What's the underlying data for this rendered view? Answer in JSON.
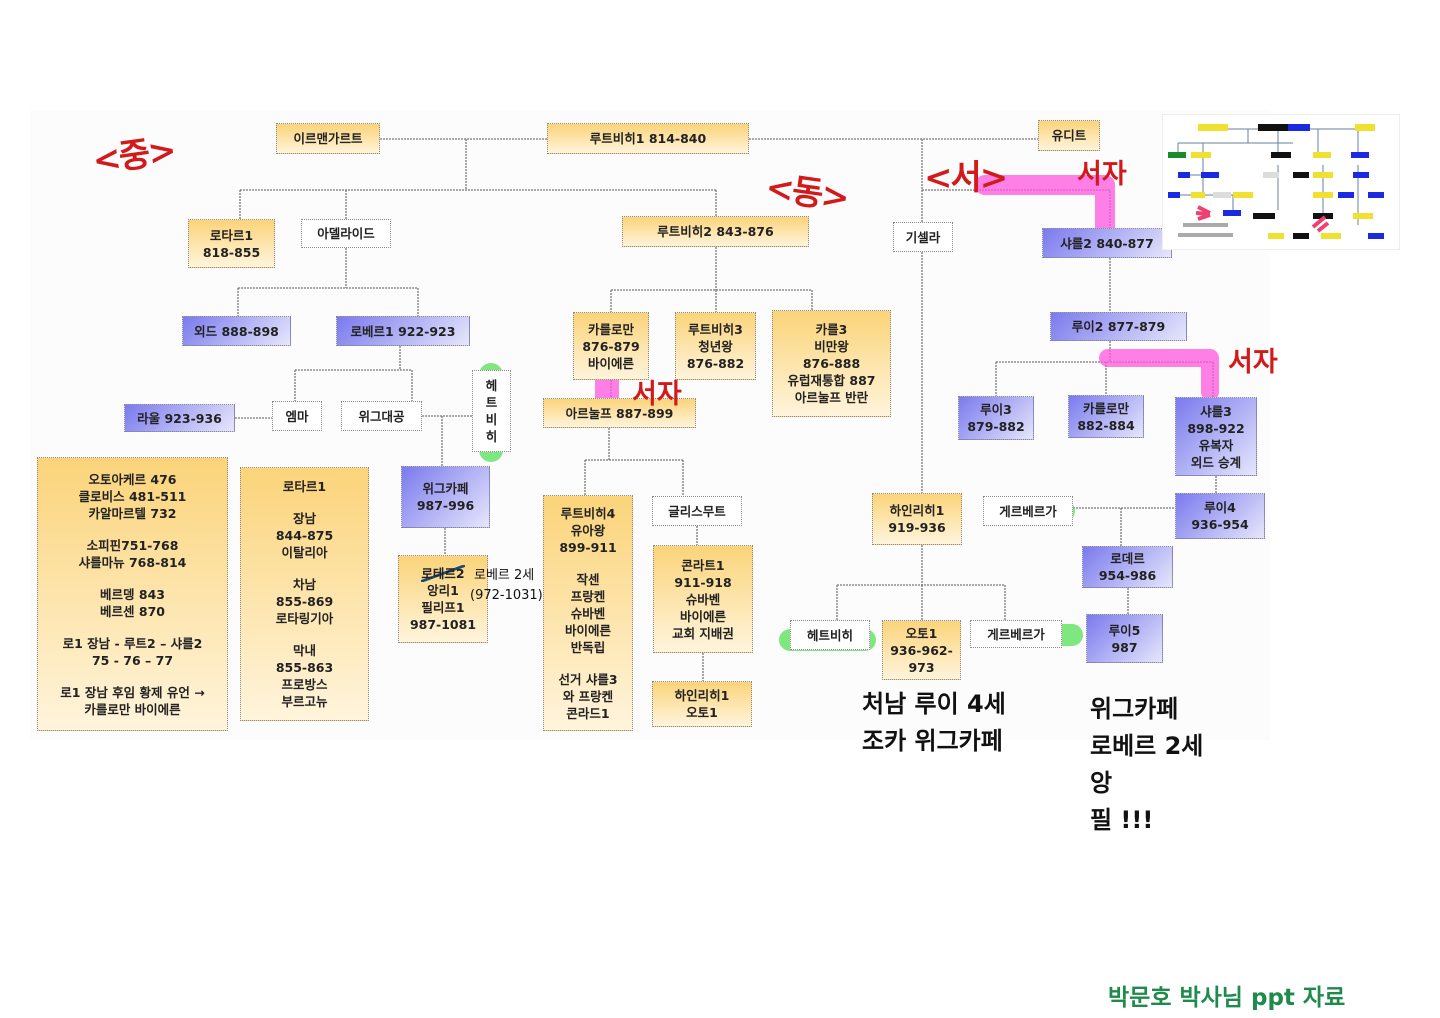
{
  "annotations": {
    "middle_label": "<중>",
    "east_label": "<동>",
    "west_label": "<서>",
    "seoja": [
      "서자",
      "서자",
      "서자"
    ],
    "robert_note": [
      "로베르 2세",
      "(972-1031)"
    ],
    "note_left": [
      "처남 루이 4세",
      "조카 위그카페"
    ],
    "note_right": [
      "위그카페",
      "로베르 2세",
      "앙",
      "필 !!!"
    ],
    "credit": "박문호 박사님 ppt 자료"
  },
  "colors": {
    "yellow": "#fbd47a",
    "blue": "#7a7aee",
    "highlight_pink": "#ff66dd",
    "highlight_green": "#5de05d",
    "handwriting_red": "#d21a1a",
    "credit_green": "#1f8a4c"
  },
  "boxes": [
    {
      "id": "irmengard",
      "style": "yellow",
      "lines": [
        "이르맨가르트"
      ]
    },
    {
      "id": "ludwig1",
      "style": "yellow",
      "lines": [
        "루트비히1  814-840"
      ]
    },
    {
      "id": "judith",
      "style": "yellow",
      "lines": [
        "유디트"
      ]
    },
    {
      "id": "lothar1",
      "style": "yellow",
      "lines": [
        "로타르1",
        "818-855"
      ]
    },
    {
      "id": "adelaide",
      "style": "white",
      "lines": [
        "아델라이드"
      ]
    },
    {
      "id": "ludwig2",
      "style": "yellow",
      "lines": [
        "루트비히2   843-876"
      ]
    },
    {
      "id": "gisela",
      "style": "white",
      "lines": [
        "기셀라"
      ]
    },
    {
      "id": "charles2",
      "style": "blue",
      "lines": [
        "샤를2   840-877"
      ]
    },
    {
      "id": "odo",
      "style": "blue",
      "lines": [
        "외드 888-898"
      ]
    },
    {
      "id": "robert1",
      "style": "blue",
      "lines": [
        "로베르1   922-923"
      ]
    },
    {
      "id": "karlmann",
      "style": "yellow",
      "lines": [
        "카를로만",
        "876-879",
        "바이에른"
      ]
    },
    {
      "id": "ludwig3",
      "style": "yellow",
      "lines": [
        "루트비히3",
        "청년왕",
        "876-882"
      ]
    },
    {
      "id": "karl3",
      "style": "yellow",
      "lines": [
        "카를3",
        "비만왕",
        "876-888",
        "유럽재통합 887",
        "아르눌프 반란"
      ]
    },
    {
      "id": "louis2",
      "style": "blue",
      "lines": [
        "루이2 877-879"
      ]
    },
    {
      "id": "raoul",
      "style": "blue",
      "lines": [
        "라울 923-936"
      ]
    },
    {
      "id": "emma",
      "style": "white",
      "lines": [
        "엠마"
      ]
    },
    {
      "id": "hugh_great",
      "style": "white",
      "lines": [
        "위그대공"
      ]
    },
    {
      "id": "hedwig_v",
      "style": "white",
      "lines": [
        "헤",
        "트",
        "비",
        "히"
      ]
    },
    {
      "id": "arnulf",
      "style": "yellow",
      "lines": [
        "아르눌프 887-899"
      ]
    },
    {
      "id": "louis3",
      "style": "blue",
      "lines": [
        "루이3",
        "879-882"
      ]
    },
    {
      "id": "carloman",
      "style": "blue",
      "lines": [
        "카를로만",
        "882-884"
      ]
    },
    {
      "id": "charles3",
      "style": "blue",
      "lines": [
        "샤를3",
        "898-922",
        "유복자",
        "외드 승계"
      ]
    },
    {
      "id": "notes_left",
      "style": "yellow",
      "lines": [
        "오토아케르 476",
        "클로비스 481-511",
        "카알마르텔 732",
        "",
        "소피핀751-768",
        "샤를마뉴 768-814",
        "",
        "베르뎅 843",
        "베르센 870",
        "",
        "로1 장남 - 루트2 – 샤를2",
        "75  -  76 – 77",
        "",
        "로1 장남 후임 황제 유언 →",
        "카를로만 바이에른"
      ]
    },
    {
      "id": "notes_lothar",
      "style": "yellow",
      "lines": [
        "로타르1",
        "",
        "장남",
        "844-875",
        "이탈리아",
        "",
        "차남",
        "855-869",
        "로타링기아",
        "",
        "막내",
        "855-863",
        "프로방스",
        "부르고뉴"
      ]
    },
    {
      "id": "hugh_capet",
      "style": "blue",
      "lines": [
        "위그카페",
        "987-996"
      ]
    },
    {
      "id": "robert2",
      "style": "yellow",
      "lines": [
        "로테르2",
        "앙리1",
        "필리프1",
        "987-1081"
      ]
    },
    {
      "id": "ludwig4",
      "style": "yellow",
      "lines": [
        "루트비히4",
        "유아왕",
        "899-911",
        "",
        "작센",
        "프랑켄",
        "슈바벤",
        "바이에른",
        "반독립",
        "",
        "선거 샤를3",
        "와 프랑켄",
        "콘라드1"
      ]
    },
    {
      "id": "gliswith",
      "style": "white",
      "lines": [
        "글리스무트"
      ]
    },
    {
      "id": "konrad1",
      "style": "yellow",
      "lines": [
        "콘라트1",
        "911-918",
        "슈바벤",
        "바이에른",
        "교회 지배권"
      ]
    },
    {
      "id": "heinrich_otto",
      "style": "yellow",
      "lines": [
        "하인리히1",
        "오토1"
      ]
    },
    {
      "id": "heinrich1",
      "style": "yellow",
      "lines": [
        "하인리히1",
        "919-936"
      ]
    },
    {
      "id": "gerberga_top",
      "style": "white",
      "lines": [
        "게르베르가"
      ]
    },
    {
      "id": "louis4",
      "style": "blue",
      "lines": [
        "루이4",
        "936-954"
      ]
    },
    {
      "id": "lothaire",
      "style": "blue",
      "lines": [
        "로데르",
        "954-986"
      ]
    },
    {
      "id": "hedwig_b",
      "style": "white",
      "lines": [
        "헤트비히"
      ]
    },
    {
      "id": "otto1",
      "style": "yellow",
      "lines": [
        "오토1",
        "936-962-",
        "973"
      ]
    },
    {
      "id": "gerberga_b",
      "style": "white",
      "lines": [
        "게르베르가"
      ]
    },
    {
      "id": "louis5",
      "style": "blue",
      "lines": [
        "루이5",
        "987"
      ]
    }
  ]
}
